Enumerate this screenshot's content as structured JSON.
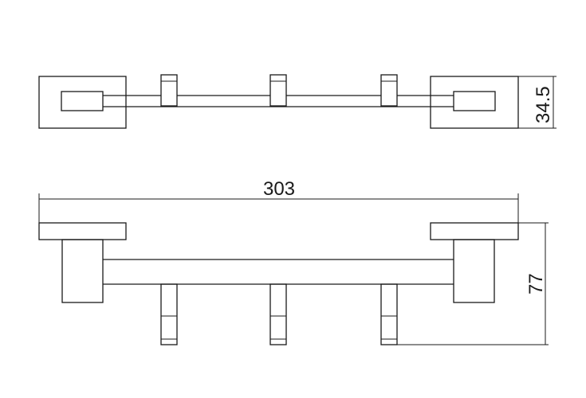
{
  "dimensions": {
    "width": "303",
    "top_view_depth": "34.5",
    "front_view_height": "77"
  },
  "colors": {
    "line": "#1a1a1a",
    "background": "#ffffff"
  }
}
